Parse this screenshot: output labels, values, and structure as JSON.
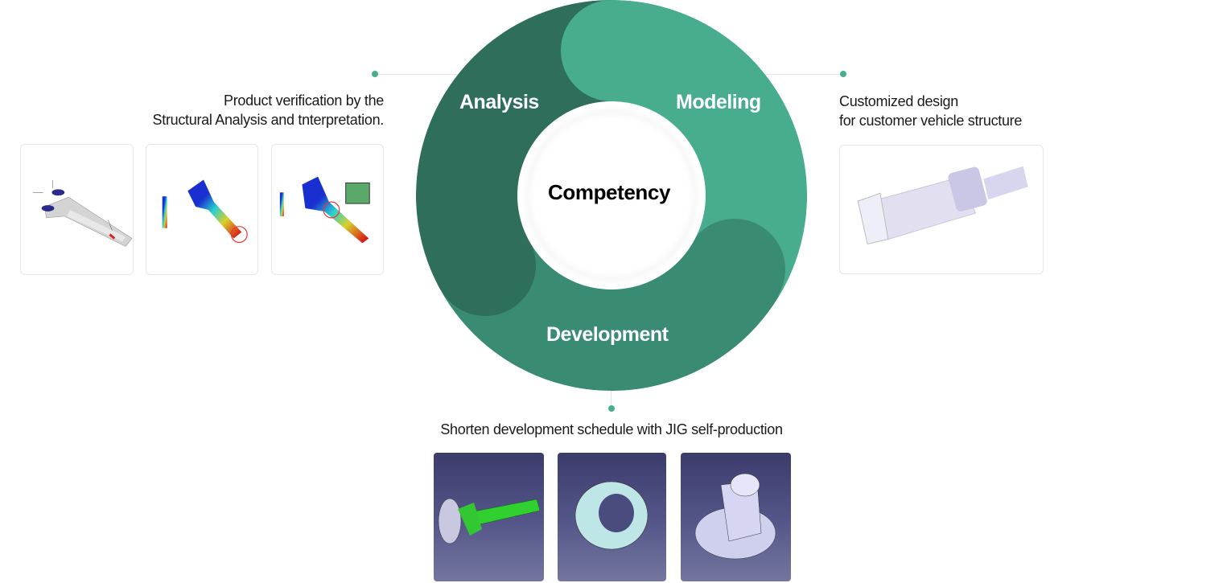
{
  "diagram": {
    "center_label": "Competency",
    "segments": [
      {
        "label": "Analysis",
        "color": "#2e6e5b"
      },
      {
        "label": "Modeling",
        "color": "#48ad8e"
      },
      {
        "label": "Development",
        "color": "#3a8b73"
      }
    ],
    "accent_color": "#48ad8e"
  },
  "analysis": {
    "description_line1": "Product verification by the",
    "description_line2": "Structural Analysis and tnterpretation.",
    "images": [
      "fea-yoke-boundary-conditions",
      "fea-yoke-total-deformation",
      "fea-yoke-equivalent-stress"
    ]
  },
  "modeling": {
    "description_line1": "Customized design",
    "description_line2": "for customer vehicle structure",
    "images": [
      "propeller-shaft-3d-model"
    ]
  },
  "development": {
    "description": "Shorten development schedule with JIG self-production",
    "images": [
      "jig-shaft-assembly",
      "jig-ring-fixture",
      "jig-flange-fixture"
    ]
  }
}
